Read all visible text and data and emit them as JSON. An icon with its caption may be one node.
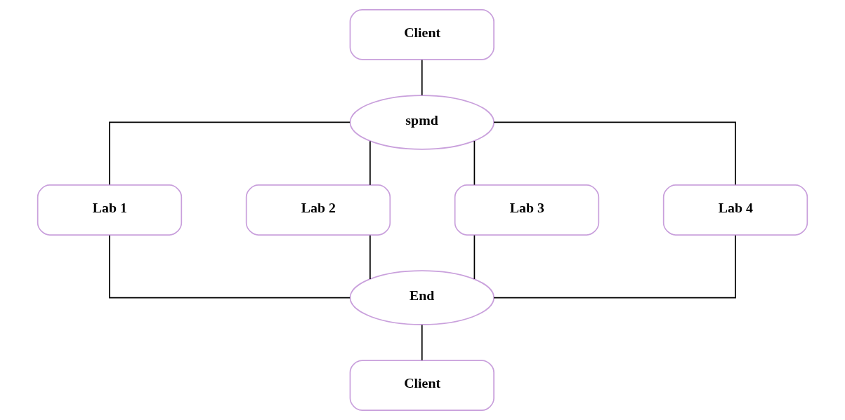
{
  "diagram": {
    "nodes": [
      {
        "text": [
          "Client"
        ]
      },
      {
        "text": [
          "spmd"
        ]
      },
      {
        "text": [
          "Lab 1"
        ]
      },
      {
        "text": [
          "Lab 2"
        ]
      },
      {
        "text": [
          "Lab 3"
        ]
      },
      {
        "text": [
          "Lab 4"
        ]
      },
      {
        "text": [
          "End"
        ]
      },
      {
        "text": [
          "Client"
        ]
      }
    ],
    "edges": [
      {
        "from": 0,
        "to": 1,
        "arrow": "none"
      },
      {
        "from": 1,
        "to": 2,
        "arrow": "none"
      },
      {
        "from": 1,
        "to": 3,
        "arrow": "none"
      },
      {
        "from": 1,
        "to": 4,
        "arrow": "none"
      },
      {
        "from": 1,
        "to": 5,
        "arrow": "none"
      },
      {
        "from": 2,
        "to": 6,
        "arrow": "none"
      },
      {
        "from": 3,
        "to": 6,
        "arrow": "none"
      },
      {
        "from": 4,
        "to": 6,
        "arrow": "none"
      },
      {
        "from": 5,
        "to": 6,
        "arrow": "none"
      },
      {
        "from": 6,
        "to": 7,
        "arrow": "none"
      }
    ]
  }
}
